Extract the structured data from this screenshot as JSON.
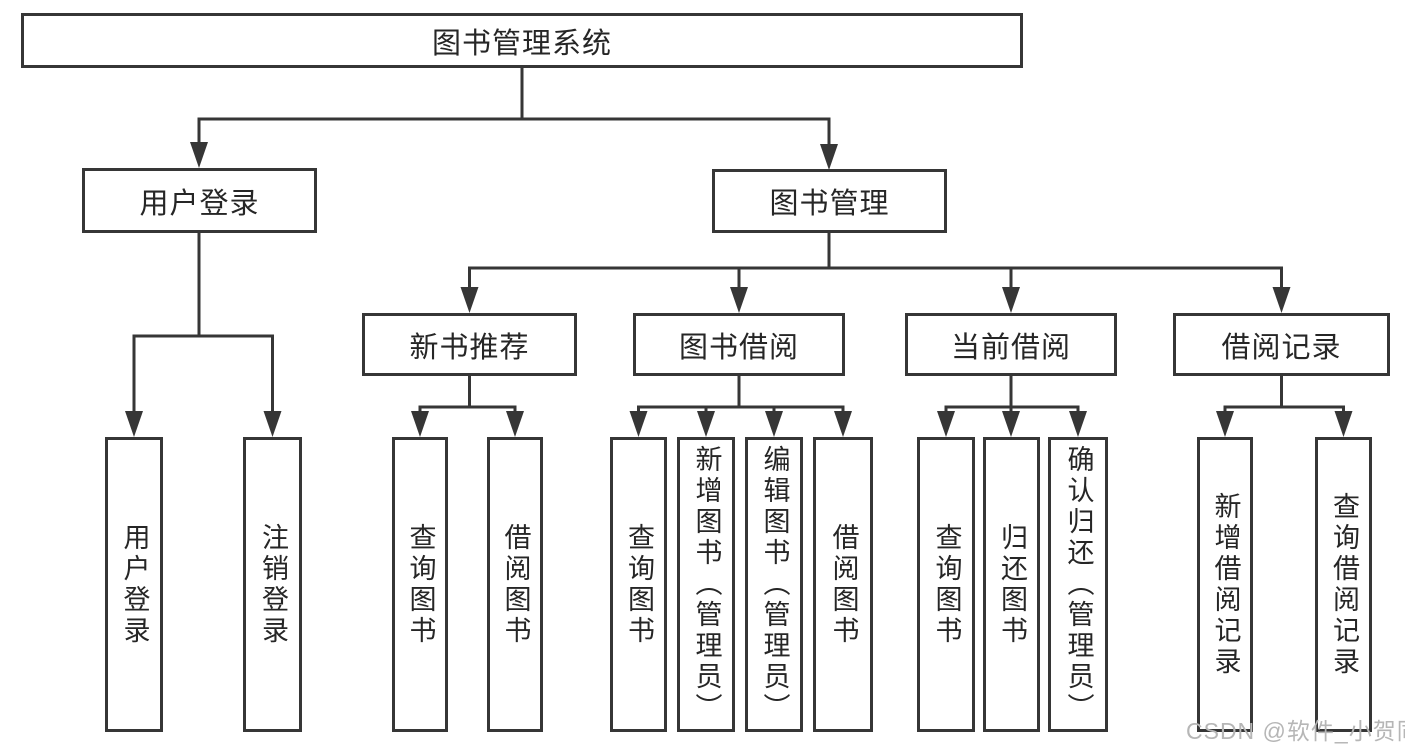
{
  "watermark": "CSDN @软件_小贺同学",
  "colors": {
    "line": "#363636",
    "text": "#262626",
    "background": "#ffffff",
    "watermark": "#b6b6b6"
  },
  "diagram": {
    "type": "hierarchy-tree",
    "root": "图书管理系统",
    "userLogin": {
      "label": "用户登录",
      "children": [
        "用户登录",
        "注销登录"
      ]
    },
    "bookMgmt": {
      "label": "图书管理",
      "children": [
        {
          "label": "新书推荐",
          "children": [
            "查询图书",
            "借阅图书"
          ]
        },
        {
          "label": "图书借阅",
          "children": [
            "查询图书",
            "新增图书（管理员）",
            "编辑图书（管理员）",
            "借阅图书"
          ]
        },
        {
          "label": "当前借阅",
          "children": [
            "查询图书",
            "归还图书",
            "确认归还（管理员）"
          ]
        },
        {
          "label": "借阅记录",
          "children": [
            "新增借阅记录",
            "查询借阅记录"
          ]
        }
      ]
    }
  }
}
